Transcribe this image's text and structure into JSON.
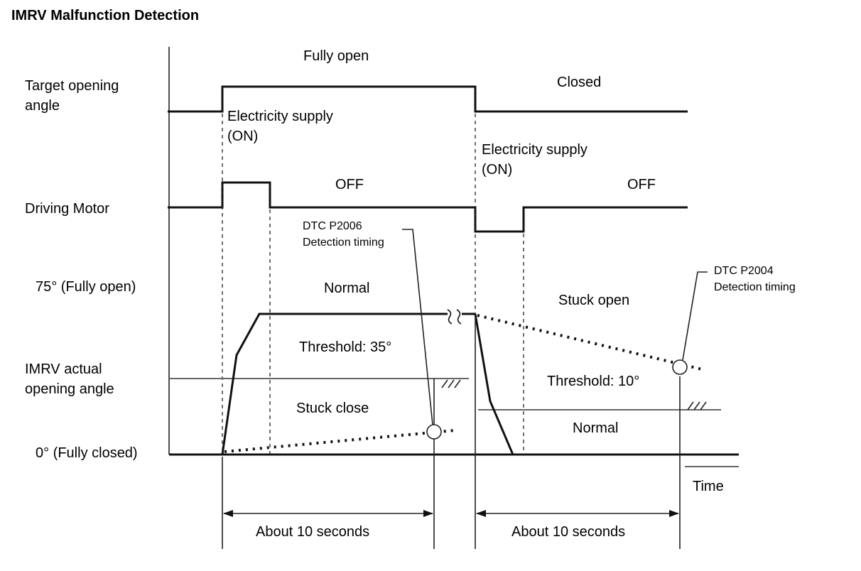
{
  "title": "IMRV Malfunction Detection",
  "rows": {
    "target": [
      "Target opening",
      "angle"
    ],
    "motor": "Driving Motor",
    "fully_open_axis": "75° (Fully open)",
    "actual": [
      "IMRV actual",
      "opening angle"
    ],
    "fully_closed_axis": "0° (Fully closed)"
  },
  "labels": {
    "fully_open": "Fully open",
    "closed": "Closed",
    "supply1": [
      "Electricity supply",
      "(ON)"
    ],
    "supply2": [
      "Electricity supply",
      "(ON)"
    ],
    "off1": "OFF",
    "off2": "OFF",
    "dtc1": [
      "DTC P2006",
      "Detection timing"
    ],
    "dtc2": [
      "DTC P2004",
      "Detection timing"
    ],
    "normal1": "Normal",
    "threshold1": "Threshold: 35°",
    "stuck_close": "Stuck close",
    "stuck_open": "Stuck open",
    "threshold2": "Threshold: 10°",
    "normal2": "Normal",
    "time": "Time",
    "duration1": "About 10 seconds",
    "duration2": "About 10 seconds"
  }
}
